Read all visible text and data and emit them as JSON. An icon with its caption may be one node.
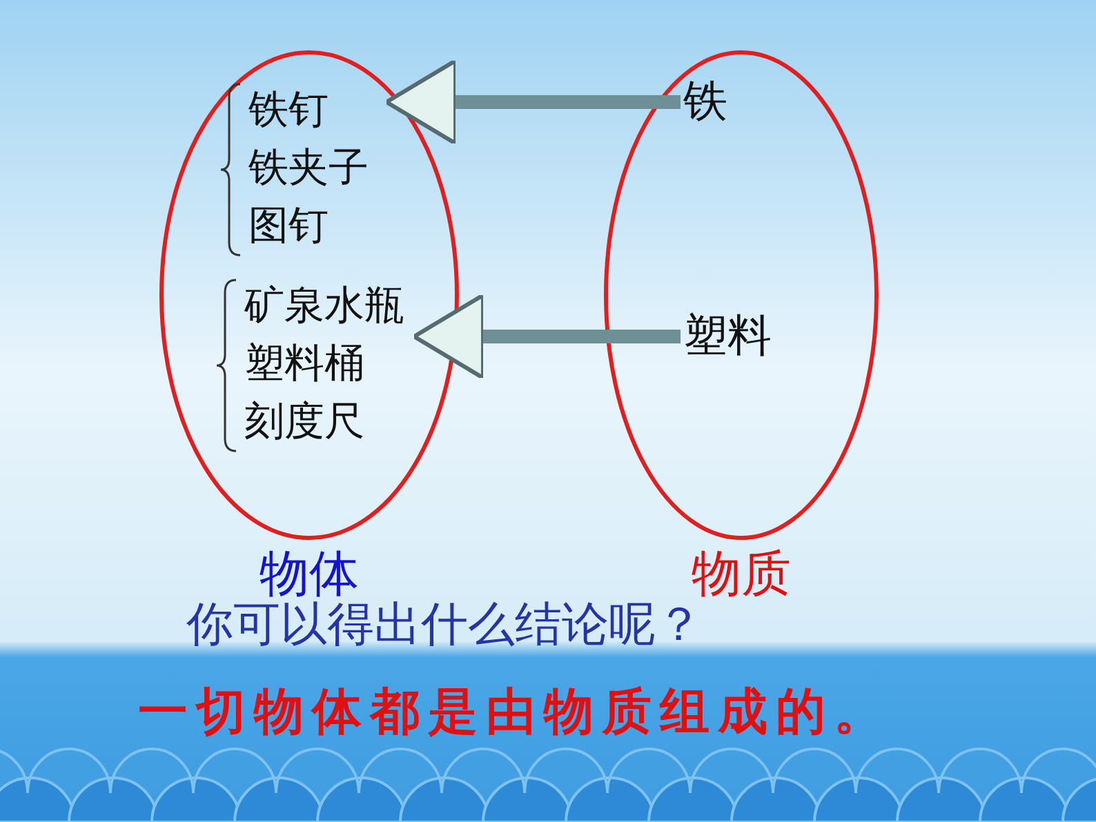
{
  "diagram": {
    "nodes": [
      {
        "text": [
          "物体"
        ]
      },
      {
        "text": [
          "铁钉",
          "铁夹子",
          "图钉"
        ],
        "in": 0
      },
      {
        "text": [
          "矿泉水瓶",
          "塑料桶",
          "刻度尺"
        ],
        "in": 0
      },
      {
        "text": [
          "物质"
        ]
      },
      {
        "text": [
          "铁"
        ],
        "in": 3
      },
      {
        "text": [
          "塑料"
        ],
        "in": 3
      }
    ],
    "edges": [
      {
        "from": 4,
        "to": 1,
        "arrow": "to"
      },
      {
        "from": 5,
        "to": 2,
        "arrow": "to"
      }
    ],
    "labels": [
      "你可以得出什么结论呢？",
      "一切物体都是由物质组成的。"
    ]
  }
}
